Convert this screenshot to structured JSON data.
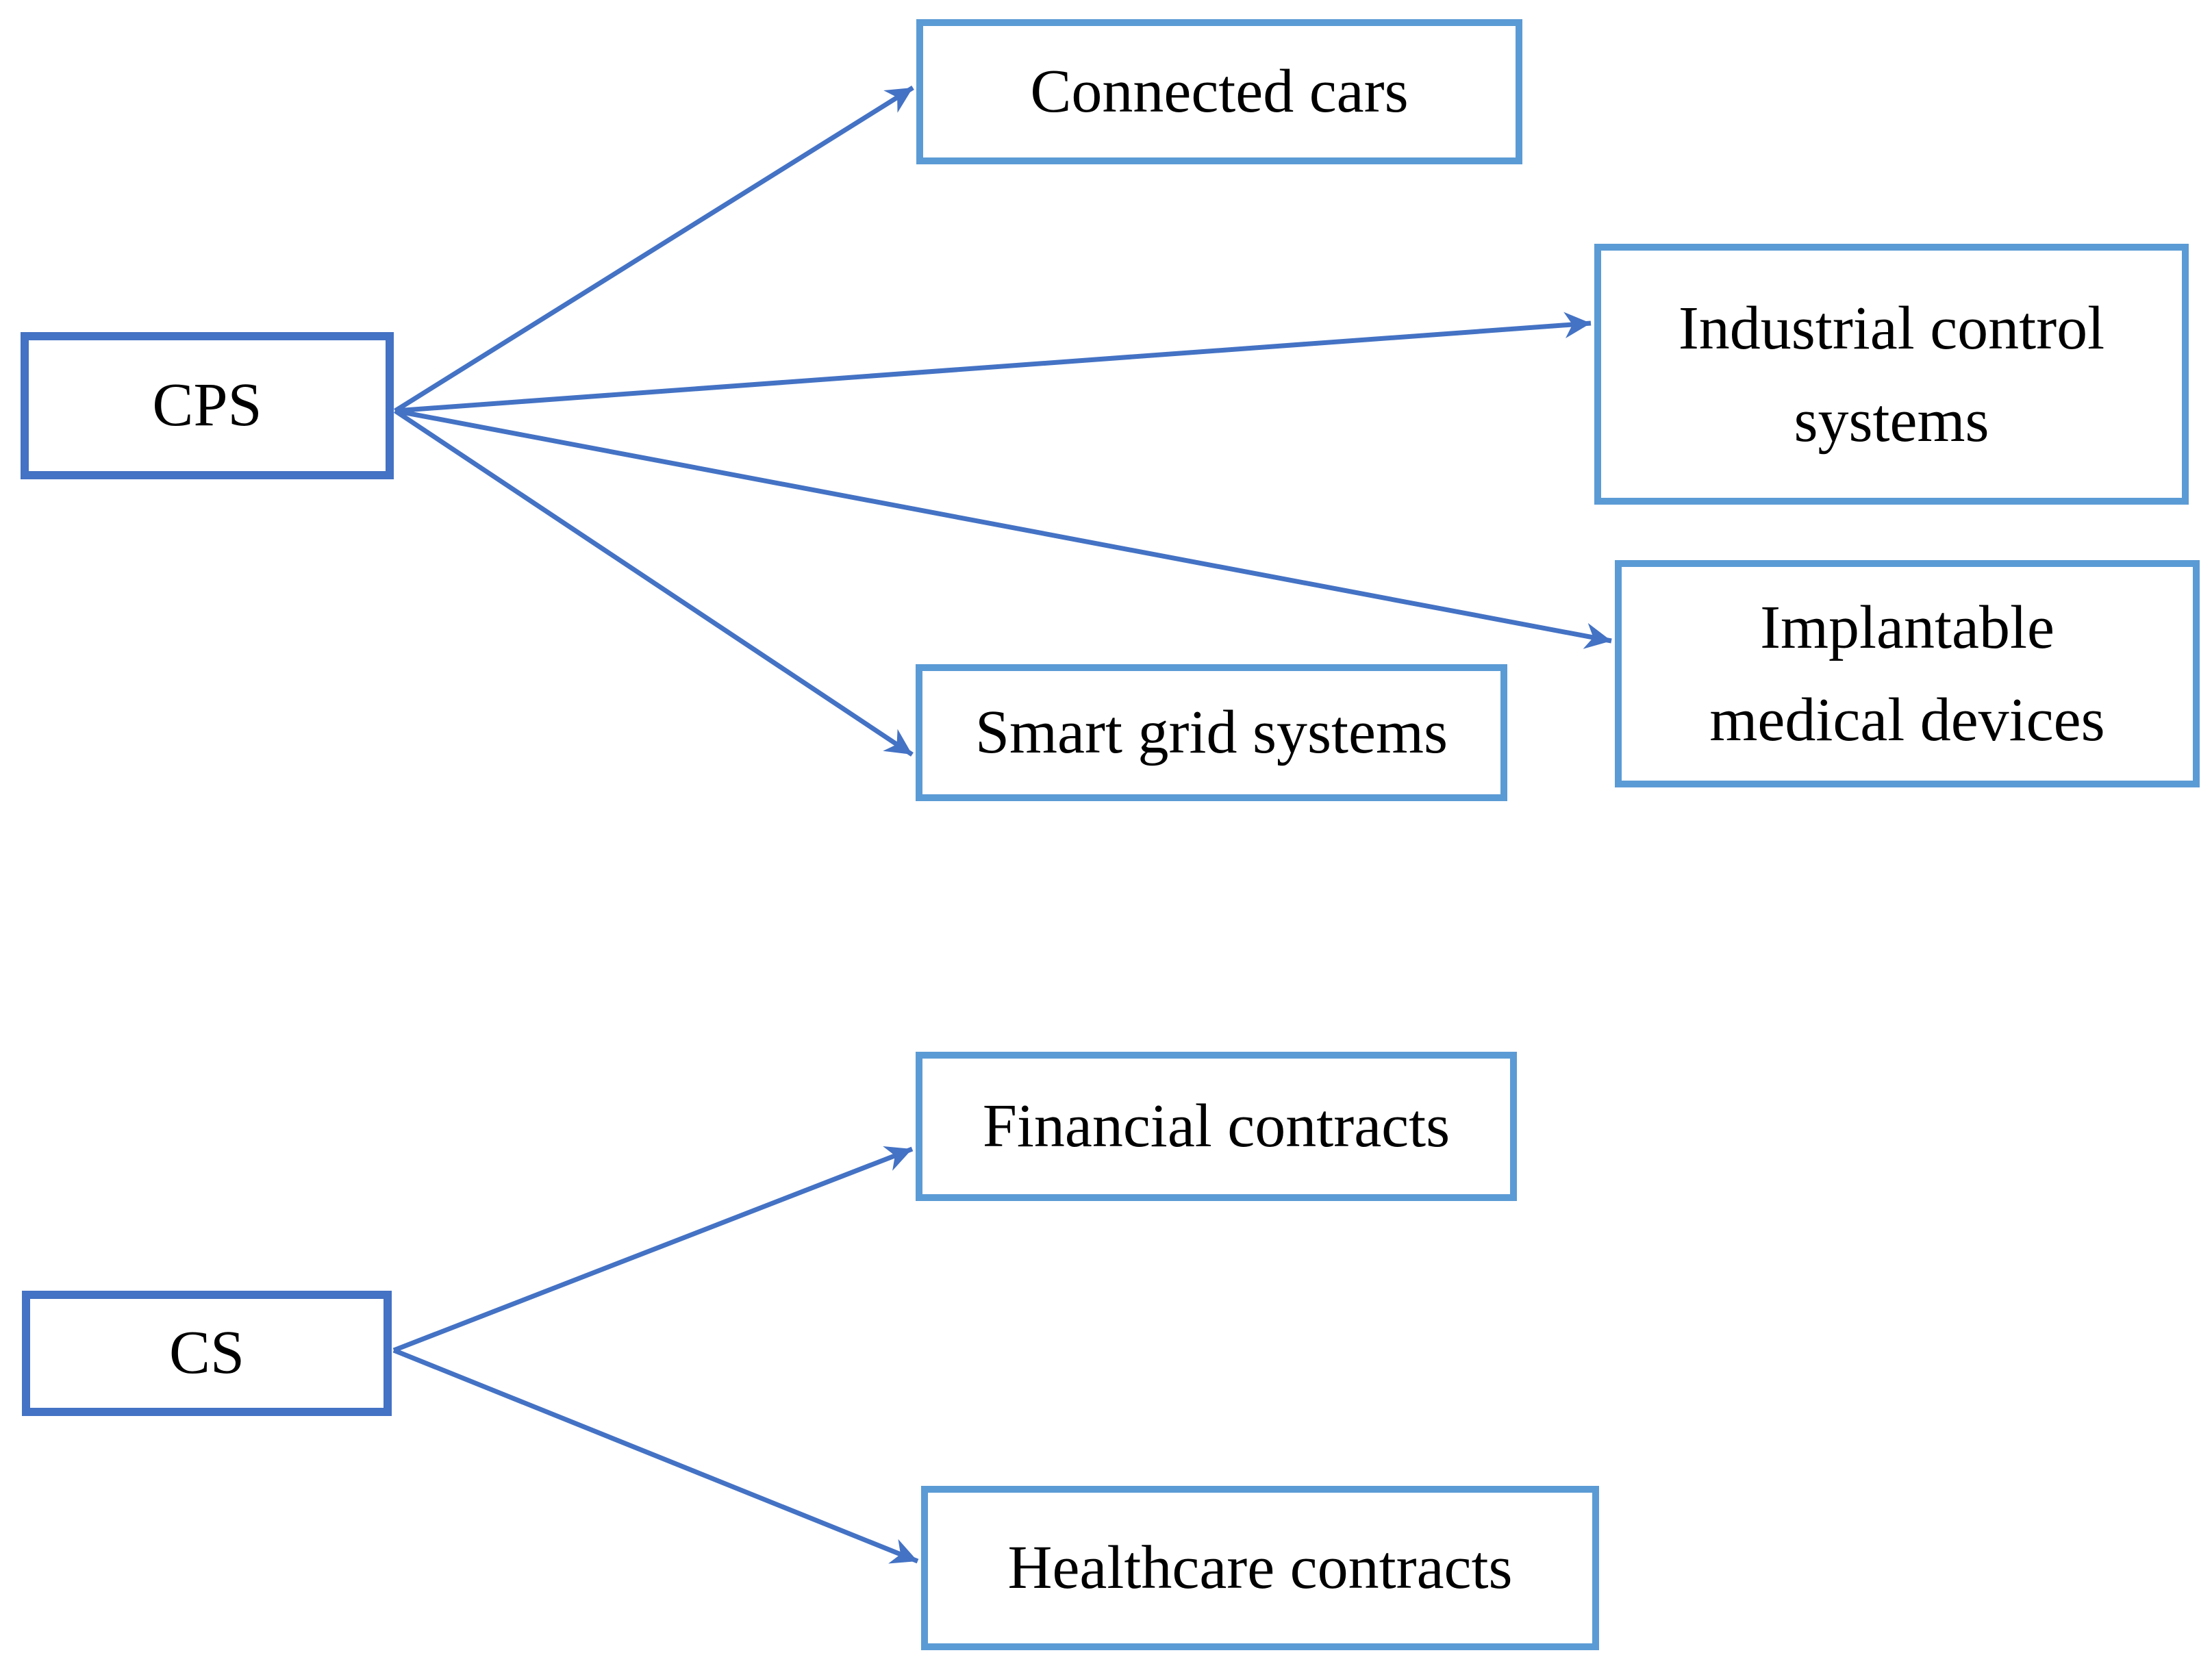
{
  "diagram": {
    "background_color": "#FFFFFF",
    "text_color": "#000000",
    "root_border_color": "#4472C4",
    "leaf_border_color": "#5B9BD5",
    "arrow_color": "#4472C4",
    "nodes": {
      "cps": {
        "label": "CPS"
      },
      "connected_cars": {
        "label": "Connected cars"
      },
      "industrial_control": {
        "line1": "Industrial control",
        "line2": "systems"
      },
      "implantable_medical": {
        "line1": "Implantable",
        "line2": "medical devices"
      },
      "smart_grid": {
        "label": "Smart grid systems"
      },
      "cs": {
        "label": "CS"
      },
      "financial_contracts": {
        "label": "Financial contracts"
      },
      "healthcare_contracts": {
        "label": "Healthcare contracts"
      }
    },
    "edges": [
      {
        "from": "CPS",
        "to": "Connected cars"
      },
      {
        "from": "CPS",
        "to": "Industrial control systems"
      },
      {
        "from": "CPS",
        "to": "Implantable medical devices"
      },
      {
        "from": "CPS",
        "to": "Smart grid systems"
      },
      {
        "from": "CS",
        "to": "Financial contracts"
      },
      {
        "from": "CS",
        "to": "Healthcare contracts"
      }
    ]
  }
}
